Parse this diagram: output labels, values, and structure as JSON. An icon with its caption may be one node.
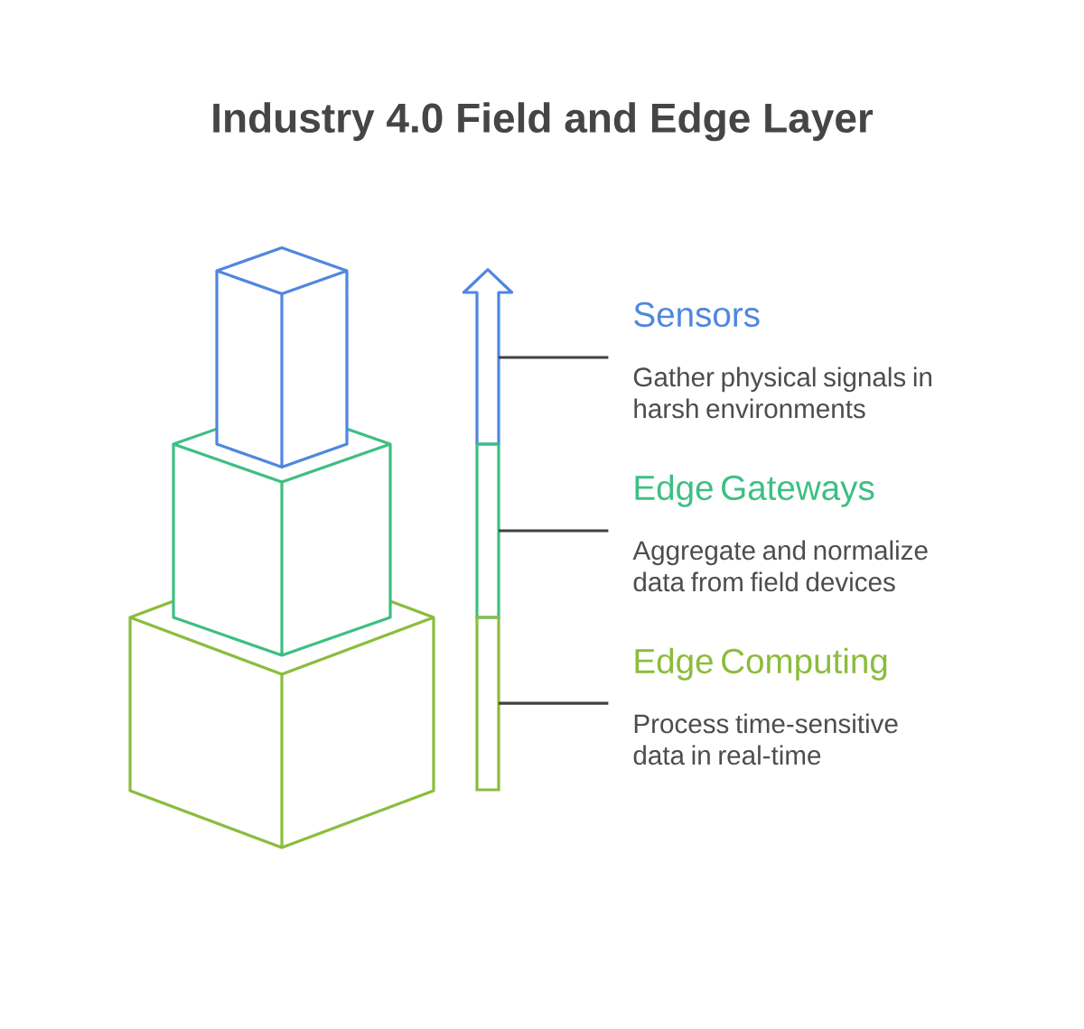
{
  "diagram": {
    "title": "Industry 4.0 Field and Edge Layer",
    "nodes": [
      {
        "text": [
          "Sensors",
          "Gather physical signals in harsh environments"
        ]
      },
      {
        "text": [
          "Edge Gateways",
          "Aggregate and normalize data from field devices"
        ]
      },
      {
        "text": [
          "Edge Computing",
          "Process time-sensitive data in real-time"
        ]
      },
      {
        "text": [],
        "shape": "arrow"
      },
      {
        "text": [],
        "shape": "bar"
      },
      {
        "text": [],
        "shape": "bar"
      }
    ],
    "edges": [
      {
        "from": 0,
        "to": 3,
        "arrow": "none"
      },
      {
        "from": 1,
        "to": 4,
        "arrow": "none"
      },
      {
        "from": 2,
        "to": 5,
        "arrow": "none"
      }
    ]
  }
}
